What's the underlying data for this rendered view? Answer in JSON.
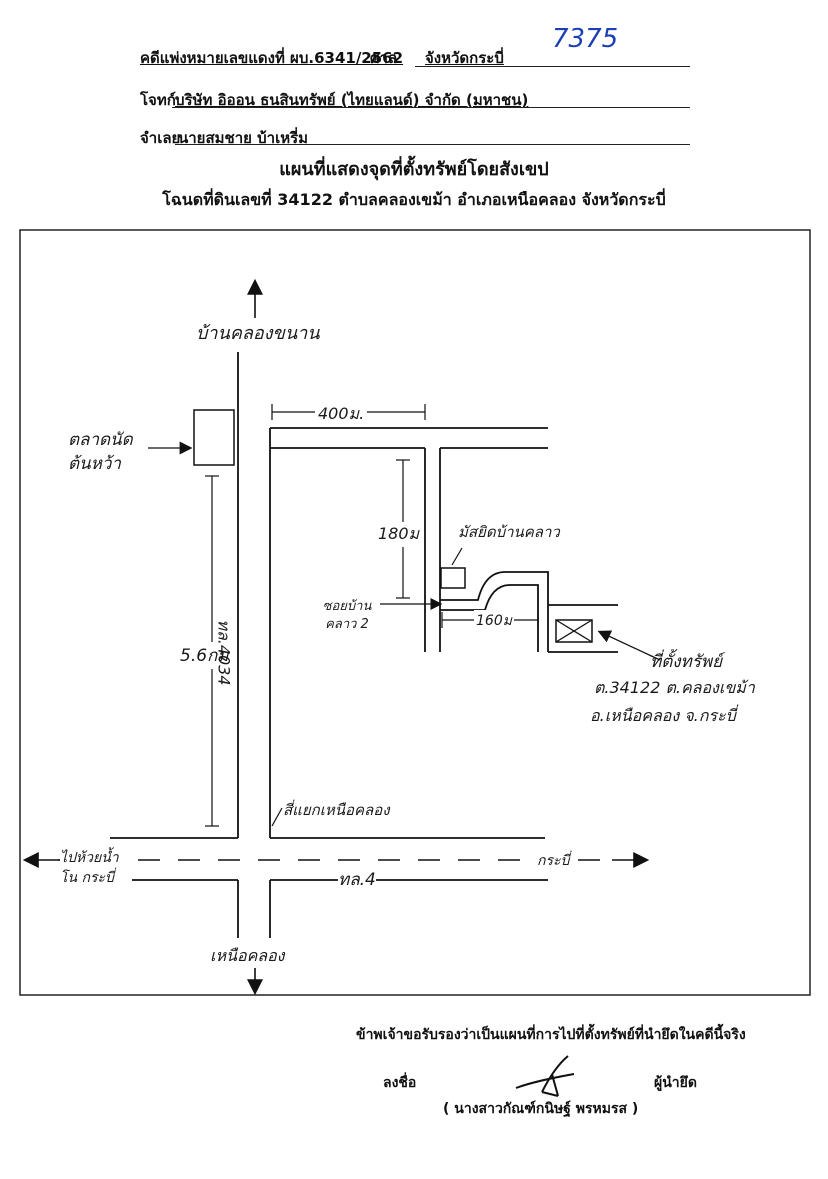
{
  "header": {
    "case_label": "คดีแพ่งหมายเลขแดงที่ ผบ.6341/2562",
    "court_label": "ศาล",
    "court_value": "จังหวัดกระบี่",
    "plaintiff_label": "โจทก์",
    "plaintiff_value": "บริษัท อิออน ธนสินทรัพย์ (ไทยแลนด์) จำกัด (มหาชน)",
    "defendant_label": "จำเลย",
    "defendant_value": "นายสมชาย บ้าเหรี่ม",
    "handwritten_case_no": "7375"
  },
  "title": {
    "line1": "แผนที่แสดงจุดที่ตั้งทรัพย์โดยสังเขป",
    "line2": "โฉนดที่ดินเลขที่ 34122 ตำบลคลองเขม้า อำเภอเหนือคลอง จังหวัดกระบี่"
  },
  "map": {
    "north_dest": "บ้านคลองขนาน",
    "market": "ตลาดนัดต้นหว้า",
    "dist_400": "400ม.",
    "dist_180": "180ม",
    "dist_160": "160ม",
    "dist_56": "5.6กม",
    "mosque": "มัสยิดบ้านคลาว",
    "soi": "ซอยบ้านคลาว 2",
    "road_vertical": "ทล.4034",
    "intersection": "สี่แยกเหนือคลอง",
    "west_dest": "ไปห้วยน้ำโน กระบี่",
    "east_dest": "กระบี่",
    "highway": "ทล.4",
    "south_dest": "เหนือคลอง",
    "property_label": "ที่ตั้งทรัพย์",
    "deed_line1": "ต.34122 ต.คลองเขม้า",
    "deed_line2": "อ.เหนือคลอง จ.กระบี่"
  },
  "footer": {
    "certify": "ข้าพเจ้าขอรับรองว่าเป็นแผนที่การไปที่ตั้งทรัพย์ที่นำยึดในคดีนี้จริง",
    "sign_label": "ลงชื่อ",
    "role": "ผู้นำยึด",
    "signer": "( นางสาวกัณฑ์กนิษฐ์ พรหมรส )"
  }
}
